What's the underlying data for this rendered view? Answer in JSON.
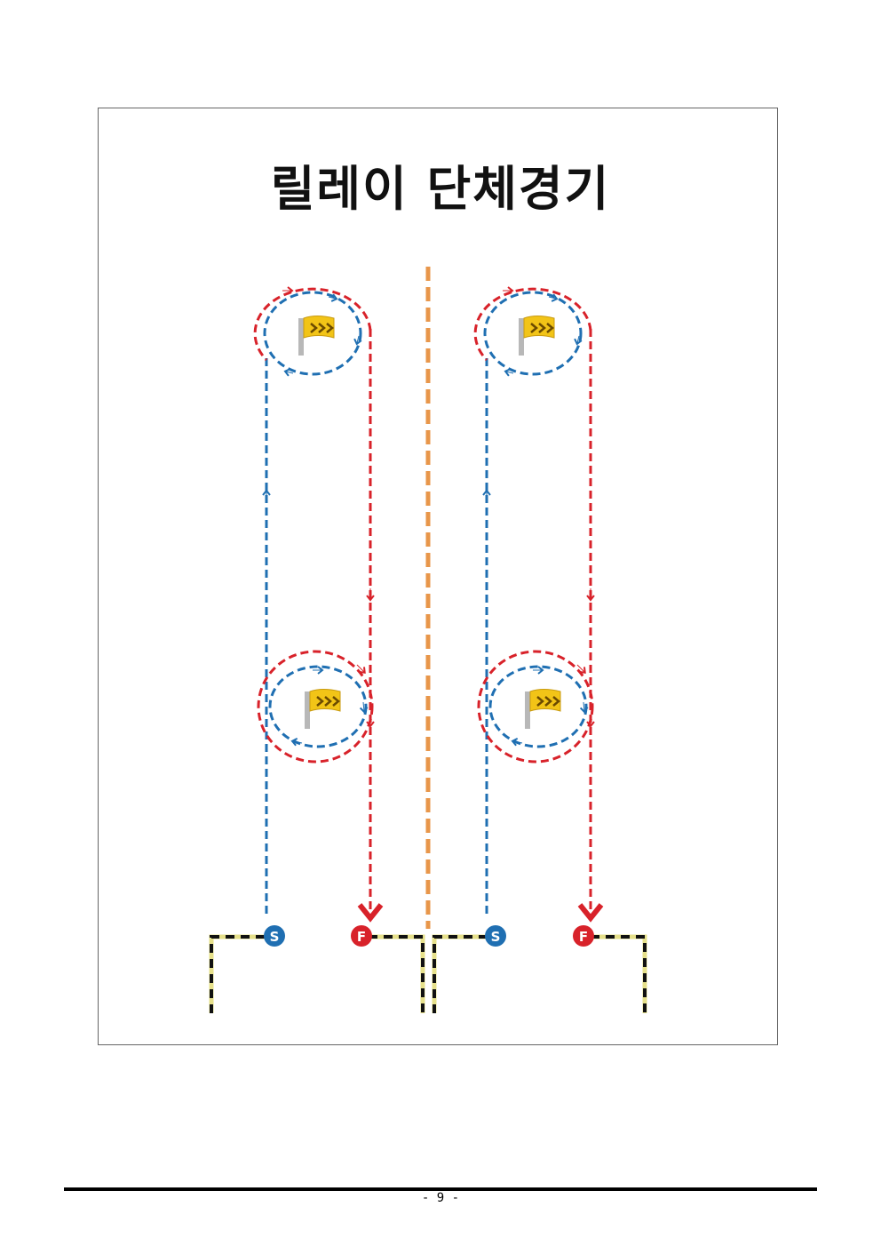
{
  "title": "릴레이 단체경기",
  "lanes": [
    {
      "start_label": "S",
      "finish_label": "F"
    },
    {
      "start_label": "S",
      "finish_label": "F"
    }
  ],
  "colors": {
    "blue": "#1f6fb2",
    "red": "#d8222a",
    "orange": "#e8964a",
    "flag": "#f2c417"
  },
  "icons": [
    "flag-icon",
    "start-marker",
    "finish-marker"
  ],
  "footer": {
    "page_number": "- 9 -"
  }
}
